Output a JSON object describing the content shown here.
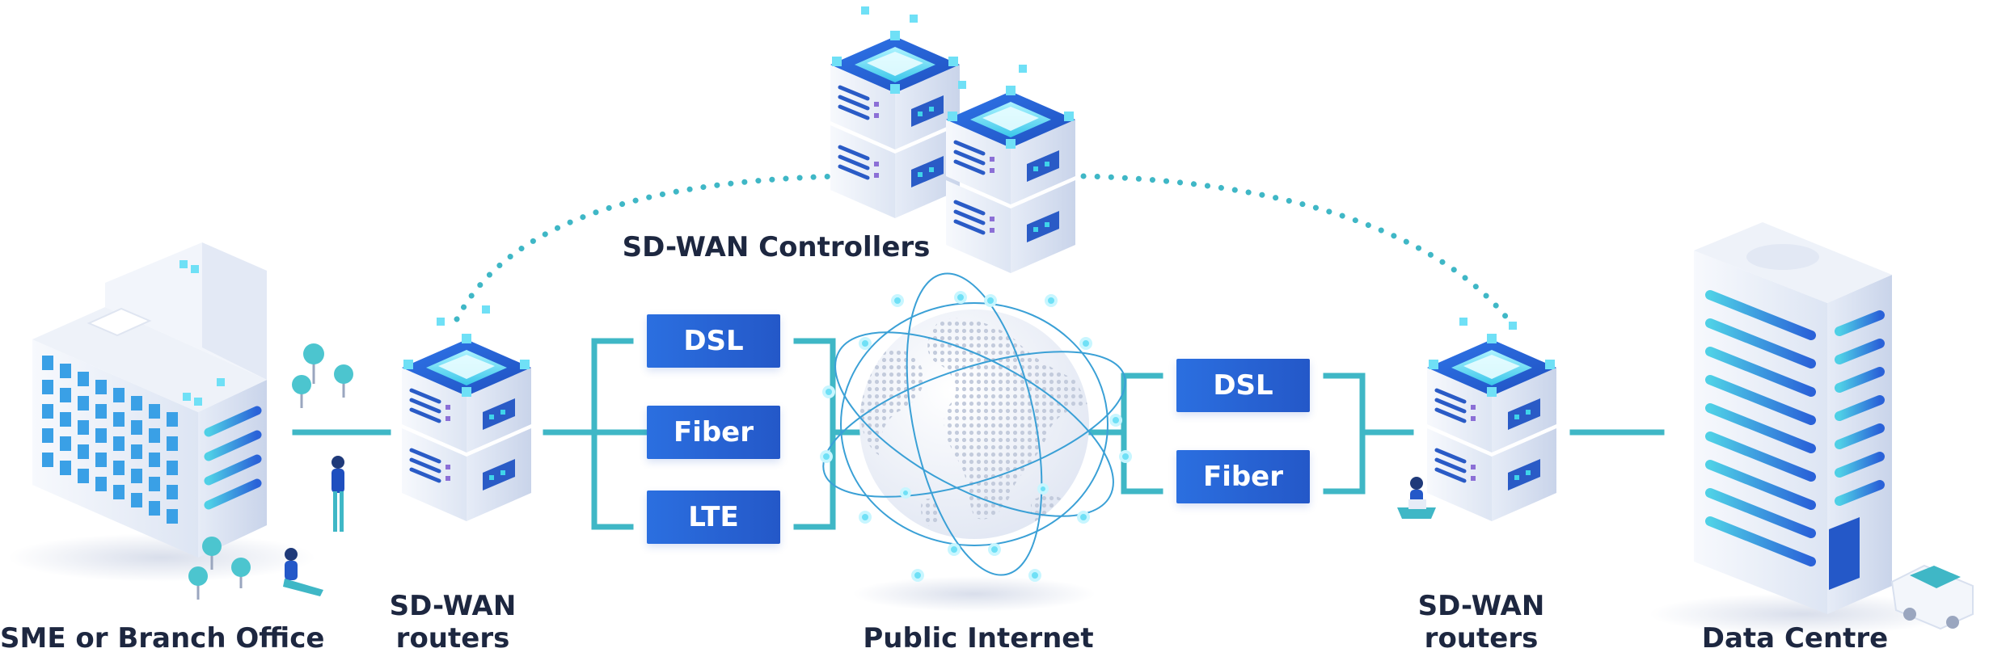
{
  "labels": {
    "branch": "SME or Branch Office",
    "routers_left": [
      "SD-WAN",
      "routers"
    ],
    "controllers": "SD-WAN Controllers",
    "internet": "Public Internet",
    "routers_right": [
      "SD-WAN",
      "routers"
    ],
    "datacentre": "Data Centre"
  },
  "links_left": [
    "DSL",
    "Fiber",
    "LTE"
  ],
  "links_right": [
    "DSL",
    "Fiber"
  ],
  "icons": {
    "branch": "office-building-icon",
    "datacentre": "data-centre-tower-icon",
    "router": "server-rack-icon",
    "globe": "globe-icon",
    "car": "car-icon"
  },
  "colors": {
    "accent": "#2b6fe0",
    "connector": "#3fb7c6",
    "text": "#1d2740",
    "glow": "#5ee0f0"
  }
}
